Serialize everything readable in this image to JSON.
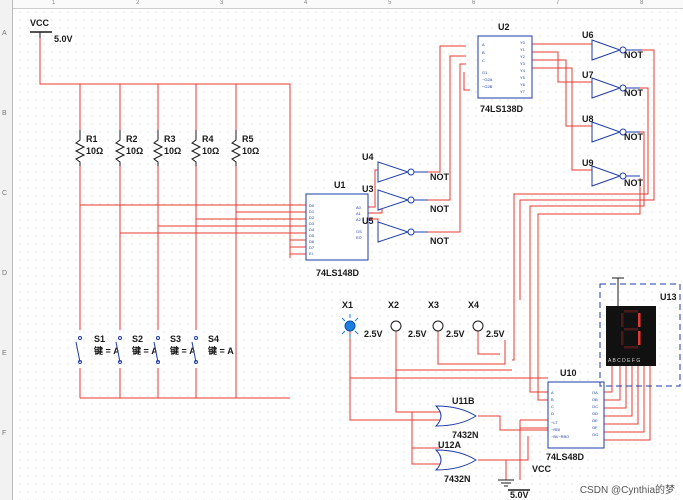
{
  "supply": {
    "vcc_top": "VCC",
    "vcc_top_value": "5.0V",
    "vcc_bottom": "VCC",
    "vcc_bottom_value": "5.0V"
  },
  "resistors": [
    {
      "ref": "R1",
      "value": "10Ω"
    },
    {
      "ref": "R2",
      "value": "10Ω"
    },
    {
      "ref": "R3",
      "value": "10Ω"
    },
    {
      "ref": "R4",
      "value": "10Ω"
    },
    {
      "ref": "R5",
      "value": "10Ω"
    }
  ],
  "switches": [
    {
      "ref": "S1",
      "key": "键 = A"
    },
    {
      "ref": "S2",
      "key": "键 = A"
    },
    {
      "ref": "S3",
      "key": "键 = A"
    },
    {
      "ref": "S4",
      "key": "键 = A"
    }
  ],
  "chips": {
    "u1": {
      "ref": "U1",
      "part": "74LS148D",
      "left_pins": [
        "D0",
        "D1",
        "D2",
        "D3",
        "D4",
        "D5",
        "D6",
        "D7",
        "EI"
      ],
      "right_pins": [
        "A0",
        "A1",
        "A2",
        "GS",
        "EO"
      ]
    },
    "u2": {
      "ref": "U2",
      "part": "74LS138D",
      "left_pins": [
        "A",
        "B",
        "C",
        "G1",
        "~G2A",
        "~G2B"
      ],
      "right_pins": [
        "Y0",
        "Y1",
        "Y2",
        "Y3",
        "Y4",
        "Y5",
        "Y6",
        "Y7"
      ]
    },
    "u10": {
      "ref": "U10",
      "part": "74LS48D",
      "left_pins": [
        "A",
        "B",
        "C",
        "D",
        "~LT",
        "~RBI",
        "~BI/~RBO"
      ],
      "right_pins": [
        "OA",
        "OB",
        "OC",
        "OD",
        "OE",
        "OF",
        "OG"
      ]
    },
    "u11b": {
      "ref": "U11B",
      "part": "7432N"
    },
    "u12a": {
      "ref": "U12A",
      "part": "7432N"
    }
  },
  "inverters": [
    {
      "ref": "U4",
      "part": "NOT"
    },
    {
      "ref": "U3",
      "part": "NOT"
    },
    {
      "ref": "U5",
      "part": "NOT"
    },
    {
      "ref": "U6",
      "part": "NOT"
    },
    {
      "ref": "U7",
      "part": "NOT"
    },
    {
      "ref": "U8",
      "part": "NOT"
    },
    {
      "ref": "U9",
      "part": "NOT"
    }
  ],
  "probes": [
    {
      "ref": "X1",
      "voltage": "2.5V",
      "lit": true
    },
    {
      "ref": "X2",
      "voltage": "2.5V",
      "lit": false
    },
    {
      "ref": "X3",
      "voltage": "2.5V",
      "lit": false
    },
    {
      "ref": "X4",
      "voltage": "2.5V",
      "lit": false
    }
  ],
  "display": {
    "ref": "U13",
    "pin_labels": "A B C D E F G",
    "digit": "1"
  },
  "ruler": {
    "rows": [
      "A",
      "B",
      "C",
      "D",
      "E",
      "F"
    ],
    "cols": [
      "1",
      "2",
      "3",
      "4",
      "5",
      "6",
      "7",
      "8"
    ]
  },
  "watermark": "CSDN @Cynthia的梦",
  "colors": {
    "wire": "#e8382f",
    "component": "#1e3caa",
    "probe_lit": "#1b7fe0",
    "display_bg": "#111111",
    "segment_on": "#e8382f",
    "segment_off": "#4a1a1a"
  }
}
